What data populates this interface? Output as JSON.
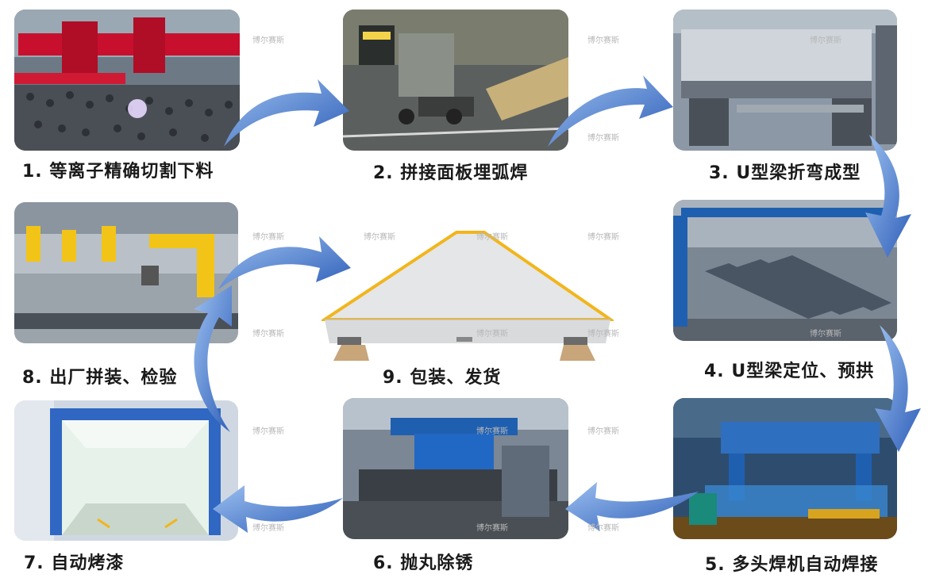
{
  "steps": [
    {
      "label": "1. 等离子精确切割下料"
    },
    {
      "label": "2. 拼接面板埋弧焊"
    },
    {
      "label": "3. U型梁折弯成型"
    },
    {
      "label": "4. U型梁定位、预拱"
    },
    {
      "label": "5. 多头焊机自动焊接"
    },
    {
      "label": "6. 抛丸除锈"
    },
    {
      "label": "7. 自动烤漆"
    },
    {
      "label": "8. 出厂拼装、检验"
    },
    {
      "label": "9. 包装、发货"
    }
  ],
  "watermark": "博尔赛斯",
  "colors": {
    "arrow": "#4a78c8",
    "frame_red": "#c8102e",
    "machine_blue": "#1f5fb0",
    "scale_yellow": "#f2b51c"
  }
}
